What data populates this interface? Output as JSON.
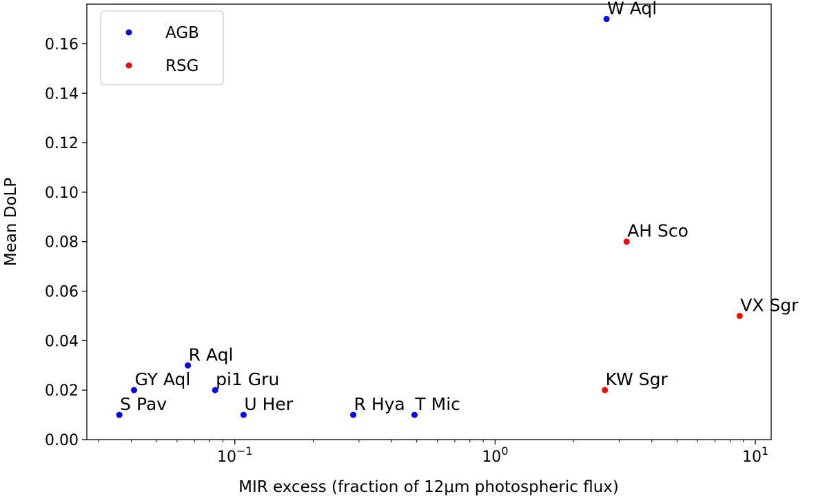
{
  "chart_data": {
    "type": "scatter",
    "xlabel": "MIR excess (fraction of 12μm photospheric flux)",
    "ylabel": "Mean DoLP",
    "xscale": "log",
    "xlim": [
      0.027,
      11.5
    ],
    "ylim": [
      0,
      0.176
    ],
    "grid": false,
    "legend_position": "top-left",
    "x_ticks": [
      {
        "value": 0.1,
        "base": "10",
        "exp": "−1"
      },
      {
        "value": 1,
        "base": "10",
        "exp": "0"
      },
      {
        "value": 10,
        "base": "10",
        "exp": "1"
      }
    ],
    "y_ticks": [
      {
        "value": 0.0,
        "label": "0.00"
      },
      {
        "value": 0.02,
        "label": "0.02"
      },
      {
        "value": 0.04,
        "label": "0.04"
      },
      {
        "value": 0.06,
        "label": "0.06"
      },
      {
        "value": 0.08,
        "label": "0.08"
      },
      {
        "value": 0.1,
        "label": "0.10"
      },
      {
        "value": 0.12,
        "label": "0.12"
      },
      {
        "value": 0.14,
        "label": "0.14"
      },
      {
        "value": 0.16,
        "label": "0.16"
      }
    ],
    "series": [
      {
        "name": "AGB",
        "color": "#0000ff",
        "points": [
          {
            "label": "S Pav",
            "x": 0.036,
            "y": 0.01
          },
          {
            "label": "GY Aql",
            "x": 0.041,
            "y": 0.02
          },
          {
            "label": "R Aql",
            "x": 0.066,
            "y": 0.03
          },
          {
            "label": "pi1 Gru",
            "x": 0.084,
            "y": 0.02
          },
          {
            "label": "U Her",
            "x": 0.108,
            "y": 0.01
          },
          {
            "label": "R Hya",
            "x": 0.285,
            "y": 0.01
          },
          {
            "label": "T Mic",
            "x": 0.49,
            "y": 0.01
          },
          {
            "label": "W Aql",
            "x": 2.68,
            "y": 0.17
          }
        ]
      },
      {
        "name": "RSG",
        "color": "#ff0000",
        "points": [
          {
            "label": "KW Sgr",
            "x": 2.64,
            "y": 0.02
          },
          {
            "label": "AH Sco",
            "x": 3.2,
            "y": 0.08
          },
          {
            "label": "VX Sgr",
            "x": 8.7,
            "y": 0.05
          }
        ]
      }
    ]
  }
}
